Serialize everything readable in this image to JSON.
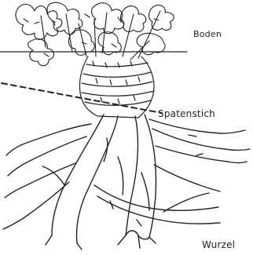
{
  "labels": {
    "boden": "Boden",
    "spatenstich": "Spatenstich",
    "wurzel": "Wurzel"
  },
  "colors": {
    "ink": "#222222",
    "background": "#ffffff"
  }
}
